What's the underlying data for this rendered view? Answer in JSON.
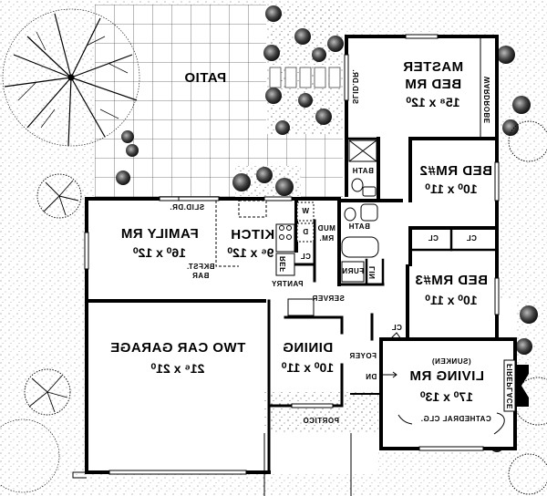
{
  "plan": {
    "title": "Floor Plan",
    "mirrored": true,
    "colors": {
      "wall": "#000000",
      "background": "#ffffff",
      "grid": "#555555",
      "stipple": "#333333"
    }
  },
  "rooms": {
    "master": {
      "name_line1": "MASTER",
      "name_line2": "BED RM",
      "dims": "15⁸ x 12⁰"
    },
    "bed2": {
      "name": "BED RM#2",
      "dims": "10⁰ x 11⁰"
    },
    "bed3": {
      "name": "BED RM#3",
      "dims": "10⁰ x 11⁰"
    },
    "family": {
      "name": "FAMILY RM",
      "dims": "16⁰ x 12⁰"
    },
    "kitchen": {
      "name": "KITCH",
      "dims": "9⁶ x 12⁰"
    },
    "garage": {
      "name": "TWO CAR GARAGE",
      "dims": "21⁶ x 21⁰"
    },
    "dining": {
      "name": "DINING",
      "dims": "10⁰ x 11⁰"
    },
    "living": {
      "qualifier": "(SUNKEN)",
      "name": "LIVING RM",
      "dims": "17⁰ x 13⁰"
    },
    "patio": {
      "name": "PATIO"
    }
  },
  "labels": {
    "slid_dr_master": "SLID.DR.",
    "wardrobe": "WARDROBE",
    "bath1": "BATH",
    "bath2": "BATH",
    "cl_1": "CL",
    "cl_2": "CL",
    "cl_3": "CL",
    "cl_kitchen": "CL",
    "slid_dr_family": "SLID.DR.",
    "bkfst_bar_1": "BKFST.",
    "bkfst_bar_2": "BAR",
    "washer": "W",
    "dryer": "D",
    "mud_rm_1": "MUD",
    "mud_rm_2": "RM.",
    "ref": "REF",
    "pantry": "PANTRY",
    "furn": "FURN",
    "lin": "LIN",
    "server": "SERVER",
    "foyer": "FOYER",
    "dn": "DN",
    "portico": "PORTICO",
    "fireplace": "FIREPLACE",
    "cathedral": "CATHEDRAL CLG."
  }
}
